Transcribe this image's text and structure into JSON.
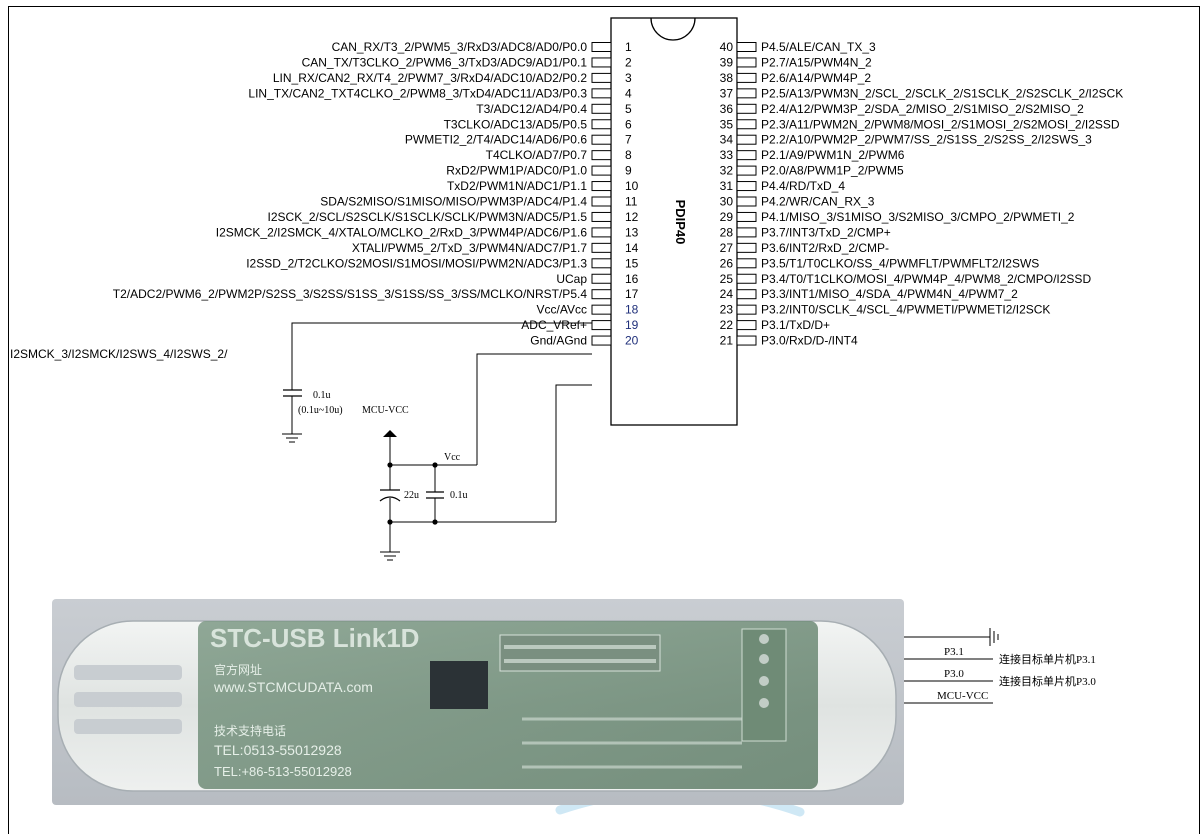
{
  "chip": {
    "name": "PDIP40",
    "left_pins": [
      {
        "num": "1",
        "label": "CAN_RX/T3_2/PWM5_3/RxD3/ADC8/AD0/P0.0"
      },
      {
        "num": "2",
        "label": "CAN_TX/T3CLKO_2/PWM6_3/TxD3/ADC9/AD1/P0.1"
      },
      {
        "num": "3",
        "label": "LIN_RX/CAN2_RX/T4_2/PWM7_3/RxD4/ADC10/AD2/P0.2"
      },
      {
        "num": "4",
        "label": "LIN_TX/CAN2_TXT4CLKO_2/PWM8_3/TxD4/ADC11/AD3/P0.3"
      },
      {
        "num": "5",
        "label": "T3/ADC12/AD4/P0.4"
      },
      {
        "num": "6",
        "label": "T3CLKO/ADC13/AD5/P0.5"
      },
      {
        "num": "7",
        "label": "PWMETI2_2/T4/ADC14/AD6/P0.6"
      },
      {
        "num": "8",
        "label": "T4CLKO/AD7/P0.7"
      },
      {
        "num": "9",
        "label": "RxD2/PWM1P/ADC0/P1.0"
      },
      {
        "num": "10",
        "label": "TxD2/PWM1N/ADC1/P1.1"
      },
      {
        "num": "11",
        "label": "SDA/S2MISO/S1MISO/MISO/PWM3P/ADC4/P1.4"
      },
      {
        "num": "12",
        "label": "I2SCK_2/SCL/S2SCLK/S1SCLK/SCLK/PWM3N/ADC5/P1.5"
      },
      {
        "num": "13",
        "label": "I2SMCK_2/I2SMCK_4/XTALO/MCLKO_2/RxD_3/PWM4P/ADC6/P1.6"
      },
      {
        "num": "14",
        "label": "XTALI/PWM5_2/TxD_3/PWM4N/ADC7/P1.7"
      },
      {
        "num": "15",
        "label": "I2SSD_2/T2CLKO/S2MOSI/S1MOSI/MOSI/PWM2N/ADC3/P1.3"
      },
      {
        "num": "16",
        "label": "UCap"
      },
      {
        "num": "17",
        "label": "T2/ADC2/PWM6_2/PWM2P/S2SS_3/S2SS/S1SS_3/S1SS/SS_3/SS/MCLKO/NRST/P5.4"
      },
      {
        "num": "18",
        "label": "Vcc/AVcc"
      },
      {
        "num": "19",
        "label": "ADC_VRef+"
      },
      {
        "num": "20",
        "label": "Gnd/AGnd"
      }
    ],
    "pin17_continuation": "I2SMCK_3/I2SMCK/I2SWS_4/I2SWS_2/",
    "right_pins": [
      {
        "num": "40",
        "label": "P4.5/ALE/CAN_TX_3"
      },
      {
        "num": "39",
        "label": "P2.7/A15/PWM4N_2"
      },
      {
        "num": "38",
        "label": "P2.6/A14/PWM4P_2"
      },
      {
        "num": "37",
        "label": "P2.5/A13/PWM3N_2/SCL_2/SCLK_2/S1SCLK_2/S2SCLK_2/I2SCK"
      },
      {
        "num": "36",
        "label": "P2.4/A12/PWM3P_2/SDA_2/MISO_2/S1MISO_2/S2MISO_2"
      },
      {
        "num": "35",
        "label": "P2.3/A11/PWM2N_2/PWM8/MOSI_2/S1MOSI_2/S2MOSI_2/I2SSD"
      },
      {
        "num": "34",
        "label": "P2.2/A10/PWM2P_2/PWM7/SS_2/S1SS_2/S2SS_2/I2SWS_3"
      },
      {
        "num": "33",
        "label": "P2.1/A9/PWM1N_2/PWM6"
      },
      {
        "num": "32",
        "label": "P2.0/A8/PWM1P_2/PWM5"
      },
      {
        "num": "31",
        "label": "P4.4/RD/TxD_4"
      },
      {
        "num": "30",
        "label": "P4.2/WR/CAN_RX_3"
      },
      {
        "num": "29",
        "label": "P4.1/MISO_3/S1MISO_3/S2MISO_3/CMPO_2/PWMETI_2"
      },
      {
        "num": "28",
        "label": "P3.7/INT3/TxD_2/CMP+"
      },
      {
        "num": "27",
        "label": "P3.6/INT2/RxD_2/CMP-"
      },
      {
        "num": "26",
        "label": "P3.5/T1/T0CLKO/SS_4/PWMFLT/PWMFLT2/I2SWS"
      },
      {
        "num": "25",
        "label": "P3.4/T0/T1CLKO/MOSI_4/PWM4P_4/PWM8_2/CMPO/I2SSD"
      },
      {
        "num": "24",
        "label": "P3.3/INT1/MISO_4/SDA_4/PWM4N_4/PWM7_2"
      },
      {
        "num": "23",
        "label": "P3.2/INT0/SCLK_4/SCL_4/PWMETI/PWMETI2/I2SCK"
      },
      {
        "num": "22",
        "label": "P3.1/TxD/D+"
      },
      {
        "num": "21",
        "label": "P3.0/RxD/D-/INT4"
      }
    ]
  },
  "components": {
    "ucap_cap_value": "0.1u",
    "ucap_cap_range": "(0.1u~10u)",
    "mcu_vcc_label": "MCU-VCC",
    "vcc_label": "Vcc",
    "cap_22u": "22u",
    "cap_01u": "0.1u"
  },
  "usb_tool": {
    "silkscreen_title": "STC-USB Link1D",
    "silkscreen_lines": [
      "官方网址",
      "www.STCMCUDATA.com",
      "技术支持电话",
      "TEL:0513-55012928",
      "TEL:+86-513-55012928"
    ],
    "p31_label": "P3.1",
    "p31_desc": "连接目标单片机P3.1",
    "p30_label": "P3.0",
    "p30_desc": "连接目标单片机P3.0",
    "mcu_vcc_label": "MCU-VCC"
  },
  "colors": {
    "line": "#000000",
    "text": "#000000",
    "watermark": "#cfe8f5",
    "highlight_pin": "#1f2f7a"
  }
}
